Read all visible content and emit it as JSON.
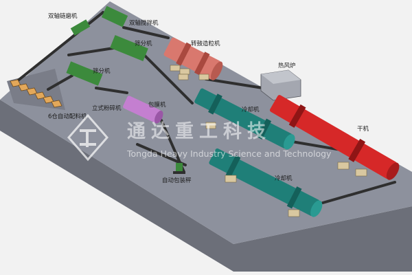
{
  "labels": {
    "double_shaft_mill": "双轴链磨机",
    "double_shaft_mixer": "双轴搅拌机",
    "roller_granulator": "转鼓造粒机",
    "screener_top": "筛分机",
    "screener_left": "筛分机",
    "vertical_crusher": "立式粉碎机",
    "six_bin_batching": "6仓自动配料机",
    "coating_machine": "包膜机",
    "hot_air_furnace": "热风炉",
    "cooler_top": "冷却机",
    "dryer": "干机",
    "cooler_bottom": "冷却机",
    "auto_packing_scale": "自动包装秤"
  },
  "watermark": {
    "company_cn": "通达重工科技",
    "company_en": "Tongda Heavy Industry Science and Technology"
  },
  "colors": {
    "platform_top": "#8d919d",
    "platform_side": "#6c6f79",
    "granulator": "#d9786e",
    "coater": "#c47fd0",
    "cooler": "#1f7f78",
    "dryer": "#d62828",
    "conveyor": "#2f2f2f",
    "screen_green": "#3c8a3c"
  }
}
